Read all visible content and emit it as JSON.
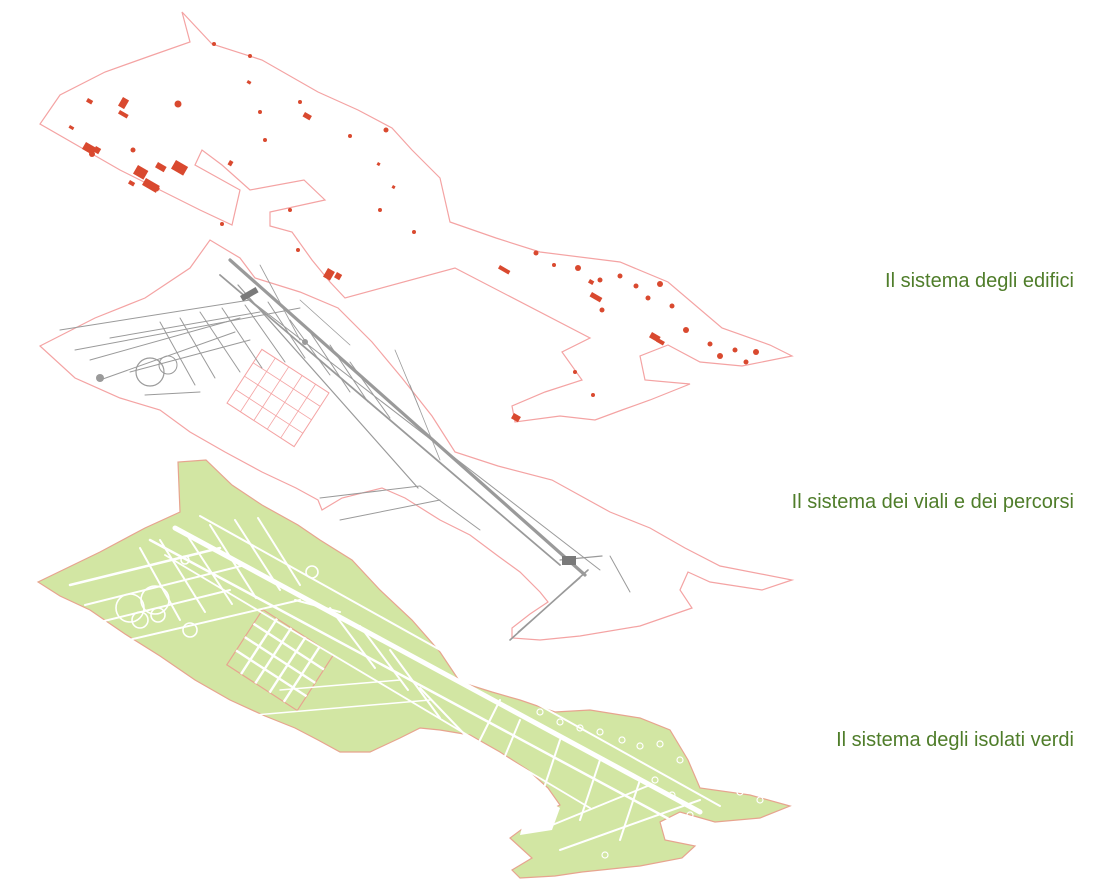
{
  "layers": [
    {
      "id": "buildings",
      "label": "Il sistema degli edifici",
      "outline_color": "#f4a3a3",
      "feature_color": "#d9492f"
    },
    {
      "id": "roads",
      "label": "Il sistema dei viali e dei percorsi",
      "outline_color": "#f4a3a3",
      "feature_color": "#9a9a9a"
    },
    {
      "id": "green",
      "label": "Il sistema degli isolati verdi",
      "outline_color": "#e7a48f",
      "feature_color": "#d2e6a3"
    }
  ],
  "label_color": "#4f7d2a"
}
